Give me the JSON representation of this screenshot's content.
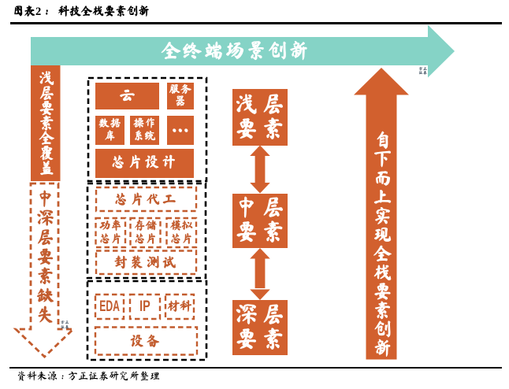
{
  "page": {
    "figure_label": "图表2：",
    "figure_title": "科技全栈要素创新",
    "source_note": "资料来源：方正证券研究所整理"
  },
  "colors": {
    "orange": "#d2602e",
    "orange_dash": "#c25c2e",
    "teal": "#85d3c6",
    "black": "#000000",
    "white": "#ffffff"
  },
  "diagram": {
    "top_arrow": {
      "label": "全终端场景创新"
    },
    "left_bar": {
      "label": "浅层要素全覆盖"
    },
    "left_dashed_arrow": {
      "label": "中深层要素缺失"
    },
    "watermark": {
      "text": "方正\n证券"
    },
    "shallow_group": {
      "items": {
        "cloud": "云",
        "server": "服务\n器",
        "database": "数据\n库",
        "os": "操作\n系统",
        "dots": "···",
        "chip_design": "芯片设计"
      }
    },
    "middle_group": {
      "items": {
        "foundry": "芯片代工",
        "power_chip": "功率\n芯片",
        "memory_chip": "存储\n芯片",
        "analog_chip": "模拟\n芯片",
        "packaging_testing": "封装测试"
      }
    },
    "deep_group": {
      "items": {
        "eda": "EDA",
        "ip": "IP",
        "materials": "材料",
        "equipment": "设备"
      }
    },
    "layers": {
      "shallow": "浅层\n要素",
      "middle": "中层\n要素",
      "deep": "深层\n要素"
    },
    "right_arrow": {
      "label": "自下而上实现全栈要素创新"
    }
  }
}
